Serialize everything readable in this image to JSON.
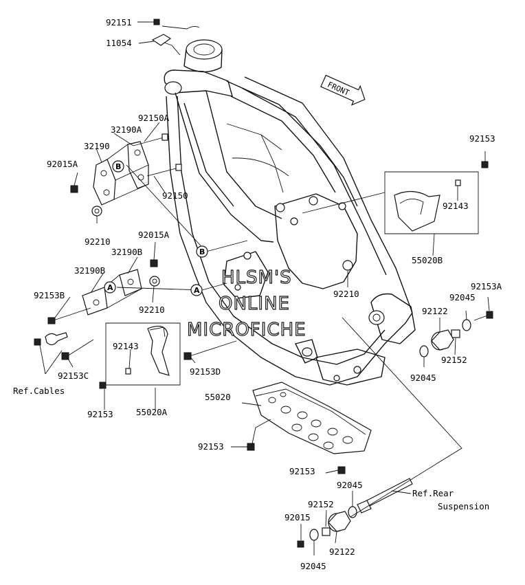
{
  "watermark": {
    "line1": "HLSM'S",
    "line2": "ONLINE",
    "line3": "MICROFICHE"
  },
  "front_arrow": "FRONT",
  "labels": {
    "p92151": "92151",
    "p11054": "11054",
    "p92150A": "92150A",
    "p32190A": "32190A",
    "p32190": "32190",
    "p92015A_top": "92015A",
    "p92150": "92150",
    "p92210_top": "92210",
    "p92015A_mid": "92015A",
    "p32190B_1": "32190B",
    "p32190B_2": "32190B",
    "p92153B": "92153B",
    "p92210_left": "92210",
    "p92153C": "92153C",
    "ref_cables": "Ref.Cables",
    "p92143_left": "92143",
    "p92153_left": "92153",
    "p55020A": "55020A",
    "p92153D": "92153D",
    "p92153_right": "92153",
    "p92143_right": "92143",
    "p55020B": "55020B",
    "p92210_center": "92210",
    "p92153A": "92153A",
    "p92045_r1": "92045",
    "p92122_r": "92122",
    "p92152_r": "92152",
    "p92045_r2": "92045",
    "p55020": "55020",
    "p92153_skid": "92153",
    "p92153_bottom": "92153",
    "p92045_b1": "92045",
    "ref_rear": "Ref.Rear",
    "suspension": "Suspension",
    "p92152_b": "92152",
    "p92015": "92015",
    "p92122_b": "92122",
    "p92045_b2": "92045"
  },
  "callouts": {
    "a": "A",
    "b": "B"
  }
}
